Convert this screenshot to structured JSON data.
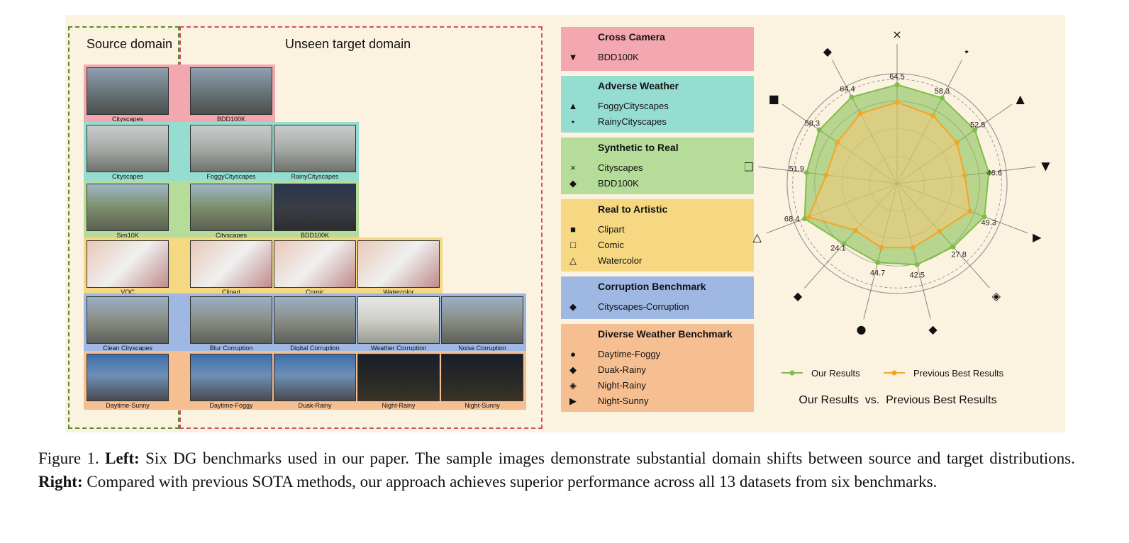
{
  "headers": {
    "source": "Source domain",
    "target": "Unseen target domain"
  },
  "colors": {
    "pink": "#f2a8ae",
    "teal": "#96ddd1",
    "green": "#b5dc98",
    "yellow": "#f6d782",
    "blue": "#9eb8e3",
    "orange": "#f6bf92",
    "our_results": "#7dbe4a",
    "previous_best": "#f5a524"
  },
  "rows": [
    {
      "band": "pink",
      "source": "Cityscapes",
      "targets": [
        "BDD100K"
      ]
    },
    {
      "band": "teal",
      "source": "Cityscapes",
      "targets": [
        "FoggyCityscapes",
        "RainyCityscapes"
      ]
    },
    {
      "band": "green",
      "source": "Sim10K",
      "targets": [
        "Cityscapes",
        "BDD100K"
      ]
    },
    {
      "band": "yellow",
      "source": "VOC",
      "targets": [
        "Clipart",
        "Comic",
        "Watercolor"
      ]
    },
    {
      "band": "blue",
      "source": "Clean Cityscapes",
      "targets": [
        "Blur Corruption",
        "Digital Corruption",
        "Weather Corruption",
        "Noise Corruption"
      ]
    },
    {
      "band": "orange",
      "source": "Daytime-Sunny",
      "targets": [
        "Daytime-Foggy",
        "Duak-Rainy",
        "Night-Rainy",
        "Night-Sunny"
      ]
    }
  ],
  "legend_boxes": [
    {
      "title": "Cross Camera",
      "color": "pink",
      "items": [
        {
          "marker": "▼",
          "label": "BDD100K"
        }
      ]
    },
    {
      "title": "Adverse Weather",
      "color": "teal",
      "items": [
        {
          "marker": "▲",
          "label": "FoggyCityscapes"
        },
        {
          "marker": "⋆",
          "label": "RainyCityscapes"
        }
      ]
    },
    {
      "title": "Synthetic to Real",
      "color": "green",
      "items": [
        {
          "marker": "×",
          "label": "Cityscapes"
        },
        {
          "marker": "◆",
          "label": "BDD100K"
        }
      ]
    },
    {
      "title": "Real to Artistic",
      "color": "yellow",
      "items": [
        {
          "marker": "■",
          "label": "Clipart"
        },
        {
          "marker": "□",
          "label": "Comic"
        },
        {
          "marker": "△",
          "label": "Watercolor"
        }
      ]
    },
    {
      "title": "Corruption Benchmark",
      "color": "blue",
      "items": [
        {
          "marker": "◆",
          "label": "Cityscapes-Corruption"
        }
      ]
    },
    {
      "title": "Diverse Weather Benchmark",
      "color": "orange",
      "items": [
        {
          "marker": "●",
          "label": "Daytime-Foggy"
        },
        {
          "marker": "◆",
          "label": "Duak-Rainy"
        },
        {
          "marker": "◈",
          "label": "Night-Rainy"
        },
        {
          "marker": "▶",
          "label": "Night-Sunny"
        }
      ]
    }
  ],
  "chart_data": {
    "type": "radar",
    "axes": [
      {
        "marker": "×",
        "dataset": "Cityscapes",
        "value": 64.5
      },
      {
        "marker": "⋆",
        "dataset": "RainyCityscapes",
        "value": 58.3
      },
      {
        "marker": "▲",
        "dataset": "FoggyCityscapes",
        "value": 52.5
      },
      {
        "marker": "▼",
        "dataset": "BDD100K",
        "value": 46.6
      },
      {
        "marker": "▶",
        "dataset": "Night-Sunny",
        "value": 49.3
      },
      {
        "marker": "◈",
        "dataset": "Night-Rainy",
        "value": 27.8
      },
      {
        "marker": "◆",
        "dataset": "Duak-Rainy",
        "value": 42.5
      },
      {
        "marker": "●",
        "dataset": "Daytime-Foggy",
        "value": 44.7
      },
      {
        "marker": "◆",
        "dataset": "Cityscapes-Corruption",
        "value": 24.1
      },
      {
        "marker": "△",
        "dataset": "Watercolor",
        "value": 68.4
      },
      {
        "marker": "□",
        "dataset": "Comic",
        "value": 51.9
      },
      {
        "marker": "■",
        "dataset": "Clipart",
        "value": 58.3
      },
      {
        "marker": "◆",
        "dataset": "BDD100K",
        "value": 64.4
      }
    ],
    "series": [
      {
        "name": "Our Results",
        "values": [
          0.9,
          0.88,
          0.86,
          0.84,
          0.85,
          0.77,
          0.76,
          0.74,
          0.73,
          0.9,
          0.83,
          0.86,
          0.89
        ]
      },
      {
        "name": "Previous Best Results",
        "values": [
          0.74,
          0.7,
          0.66,
          0.62,
          0.71,
          0.58,
          0.6,
          0.6,
          0.57,
          0.86,
          0.65,
          0.66,
          0.72
        ]
      }
    ],
    "value_scale": "normalized 0-1 per axis",
    "legend_position": "bottom",
    "title": "Our Results  vs.  Previous Best Results"
  },
  "caption": {
    "prefix": "Figure 1. ",
    "left_label": "Left:",
    "left_text": " Six DG benchmarks used in our paper. The sample images demonstrate substantial domain shifts between source and target distributions. ",
    "right_label": "Right:",
    "right_text": " Compared with previous SOTA methods, our approach achieves superior performance across all 13 datasets from six benchmarks."
  }
}
